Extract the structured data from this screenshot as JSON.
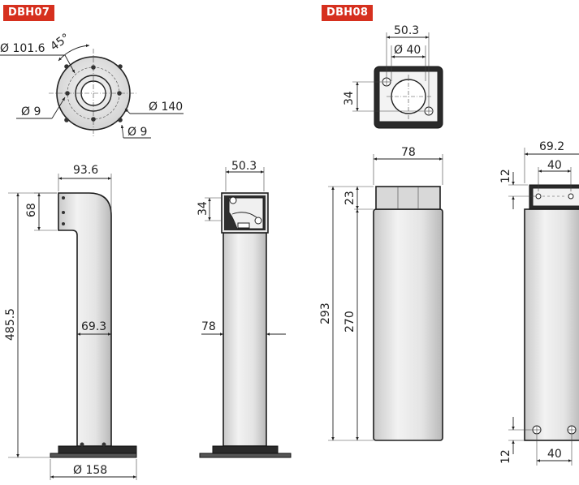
{
  "badges": {
    "dbh07": "DBH07",
    "dbh08": "DBH08"
  },
  "dbh07": {
    "top_view": {
      "angle": "45°",
      "bolt_circle": "Ø 101.6",
      "hole_a": "Ø 9",
      "outer": "Ø 140",
      "hole_b": "Ø 9"
    },
    "side_view": {
      "arm_width": "93.6",
      "arm_height": "68",
      "total_height": "485.5",
      "pole_width": "69.3",
      "base_dia": "Ø 158"
    },
    "front_view": {
      "top_width": "50.3",
      "top_height": "34",
      "pole_width": "78"
    }
  },
  "dbh08": {
    "top_view": {
      "width": "50.3",
      "hole_dia": "Ø 40",
      "height": "34"
    },
    "front_view": {
      "width": "78",
      "cap_height": "23",
      "body_height": "270",
      "total_height": "293"
    },
    "side_view": {
      "width": "69.2",
      "hole_spacing_top": "40",
      "top_offset": "12",
      "bottom_offset": "12",
      "hole_spacing_bottom": "40"
    }
  }
}
